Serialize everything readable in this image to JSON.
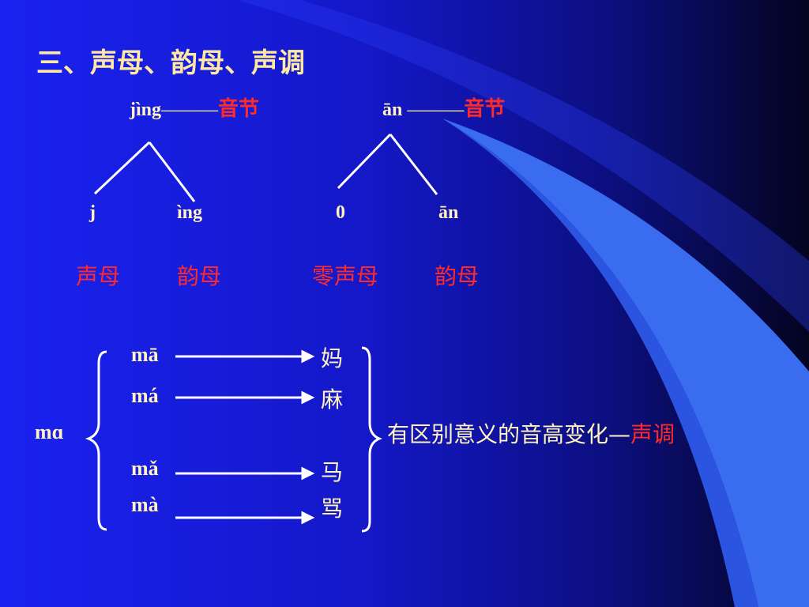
{
  "title": "三、声母、韵母、声调",
  "syllable1": {
    "pinyin": "jìng",
    "dash": "———",
    "label": "音节",
    "initial": "j",
    "final": "ìng",
    "initial_label": "声母",
    "final_label": "韵母"
  },
  "syllable2": {
    "pinyin": "ān",
    "dash": "———",
    "label": "音节",
    "initial": "0",
    "final": "ān",
    "initial_label": "零声母",
    "final_label": "韵母"
  },
  "tones": {
    "base": "mɑ",
    "items": [
      {
        "pinyin": "mā",
        "char": "妈"
      },
      {
        "pinyin": "má",
        "char": "麻"
      },
      {
        "pinyin": "mǎ",
        "char": "马"
      },
      {
        "pinyin": "mà",
        "char": "骂"
      }
    ],
    "note": "有区别意义的音高变化—",
    "note_highlight": "声调"
  },
  "colors": {
    "highlight": "#ff2a2a",
    "text": "#fff3c0"
  }
}
